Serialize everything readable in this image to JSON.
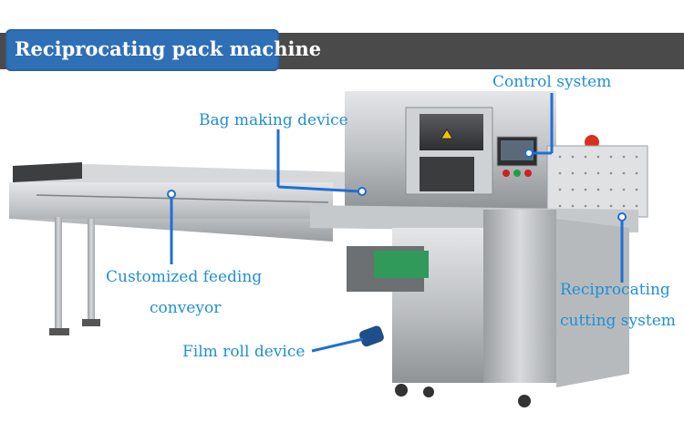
{
  "header": {
    "title": "Reciprocating pack machine"
  },
  "callouts": {
    "control_system": "Control system",
    "bag_making": "Bag making device",
    "feeding_line1": "Customized feeding",
    "feeding_line2": "conveyor",
    "film_roll": "Film roll device",
    "cutting_line1": "Reciprocating",
    "cutting_line2": "cutting system"
  },
  "colors": {
    "header_bar": "#4a4a4a",
    "title_tab": "#2f6fb5",
    "callout_text": "#1f8fd6",
    "pointer_line": "#1f6fd6",
    "steel": "#b9bcbf"
  }
}
